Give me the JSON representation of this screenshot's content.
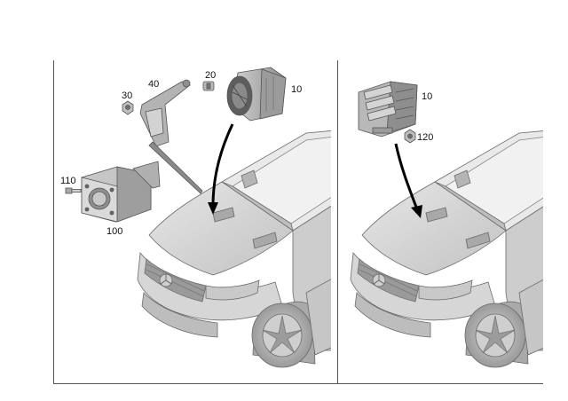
{
  "figure": {
    "colors": {
      "body_light": "#dcdcdc",
      "body_mid": "#c4c4c4",
      "body_dark": "#8e8e8e",
      "outline": "#6a6a6a",
      "part_fill": "#b9b9b9",
      "part_dark": "#7c7c7c",
      "arrow": "#000000",
      "frame": "#555555"
    },
    "left_panel": {
      "callouts": {
        "c10": "10",
        "c20": "20",
        "c30": "30",
        "c40": "40",
        "c100": "100",
        "c110": "110"
      }
    },
    "right_panel": {
      "callouts": {
        "c10": "10",
        "c120": "120"
      }
    }
  }
}
